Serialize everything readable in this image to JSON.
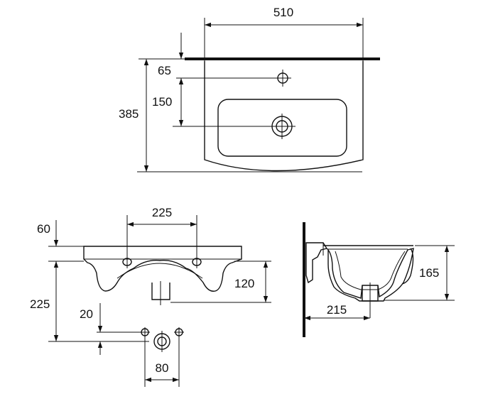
{
  "top_view": {
    "width_label": "510",
    "tap_offset_label": "65",
    "drain_offset_label": "150",
    "depth_label": "385"
  },
  "front_view": {
    "hole_spacing_label": "225",
    "rim_height_label": "60",
    "front_height_label": "120",
    "total_height_label": "225",
    "drain_offset_label": "20",
    "fixing_spacing_label": "80"
  },
  "side_view": {
    "height_label": "165",
    "projection_label": "215"
  }
}
